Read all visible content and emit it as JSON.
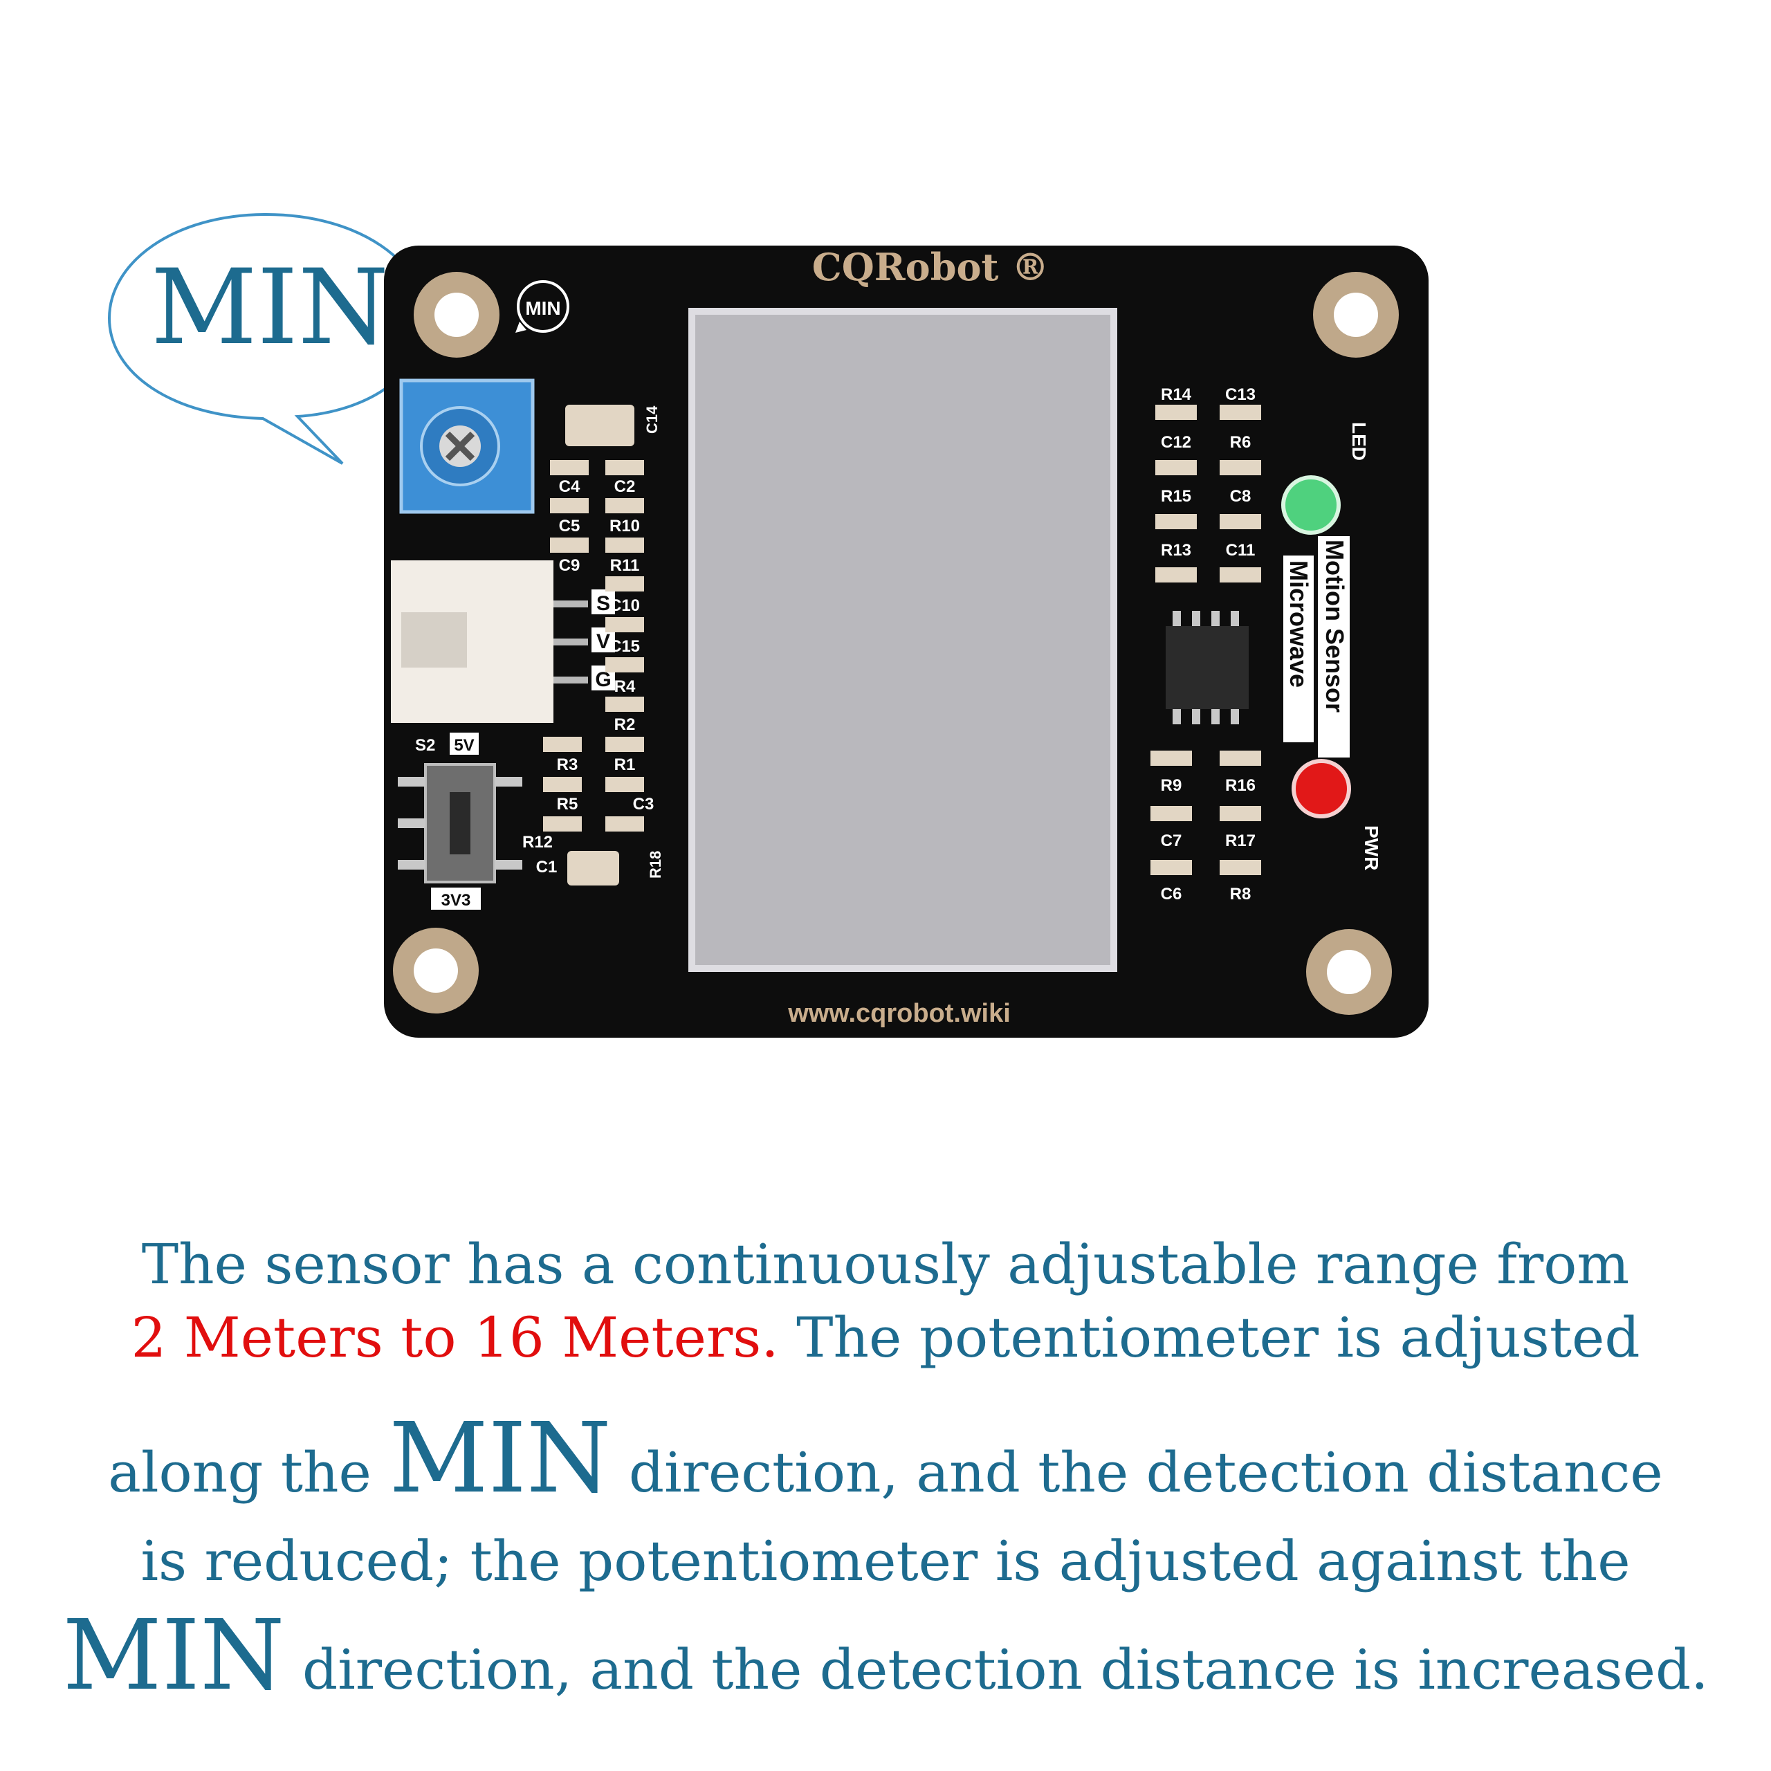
{
  "bubble": {
    "text": "MIN"
  },
  "board": {
    "brand": "CQRobot ®",
    "url": "www.cqrobot.wiki",
    "pot_label": "MIN",
    "title_line1": "Motion Sensor",
    "title_line2": "Microwave",
    "led_label": "LED",
    "pwr_label": "PWR",
    "pins": [
      "S",
      "V",
      "G"
    ],
    "switch_name": "S2",
    "switch_top": "5V",
    "switch_bottom": "3V3",
    "left_labels": [
      "C14",
      "C4",
      "C2",
      "C5",
      "R10",
      "C9",
      "R11",
      "C10",
      "C15",
      "R4",
      "R2",
      "R3",
      "R1",
      "R5",
      "C3",
      "R12",
      "C1",
      "R18"
    ],
    "right_labels": [
      "R14",
      "C13",
      "C12",
      "R6",
      "R15",
      "C8",
      "R13",
      "C11",
      "R9",
      "R16",
      "C7",
      "R17",
      "C6",
      "R8"
    ],
    "colors": {
      "pcb": "#0d0d0d",
      "pad": "#bfa88a",
      "potentiometer": "#3d8fd6",
      "led_green": "#4fd17e",
      "led_red": "#e11818"
    }
  },
  "description": {
    "line1": "The sensor has a continuously adjustable range from",
    "line2_red": "2 Meters to 16 Meters.",
    "line2_rest": "The potentiometer is adjusted",
    "line3_start": "along the",
    "line3_big": "MIN",
    "line3_rest": "direction, and the detection distance",
    "line4": "is reduced; the potentiometer is adjusted against the",
    "line5_big": "MIN",
    "line5_rest": "direction, and the detection distance is increased.",
    "colors": {
      "text": "#1d6b8f",
      "highlight": "#e10e0e"
    }
  }
}
